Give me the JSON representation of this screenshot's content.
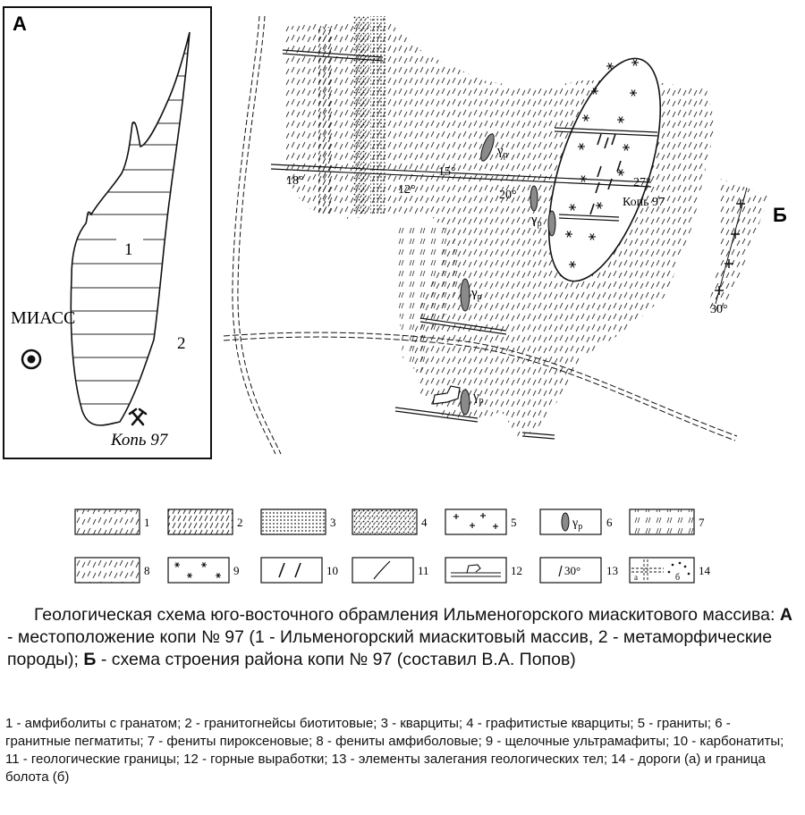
{
  "panel_a": {
    "label": "А",
    "numbers": [
      "1",
      "2"
    ],
    "town": "МИАСС",
    "mine": "Копь 97"
  },
  "panel_b": {
    "label": "Б",
    "mine": "Копь 97",
    "dips": [
      "15°",
      "18°",
      "12°",
      "20°",
      "27°",
      "30°"
    ],
    "pegmatite_symbol": "γ",
    "pegmatite_sub": "р"
  },
  "legend": {
    "items": [
      {
        "num": "1"
      },
      {
        "num": "2"
      },
      {
        "num": "3"
      },
      {
        "num": "4"
      },
      {
        "num": "5"
      },
      {
        "num": "6",
        "symbol": "γ",
        "sub": "р"
      },
      {
        "num": "7"
      },
      {
        "num": "8"
      },
      {
        "num": "9"
      },
      {
        "num": "10"
      },
      {
        "num": "11"
      },
      {
        "num": "12"
      },
      {
        "num": "13",
        "text": "30°"
      },
      {
        "num": "14",
        "a": "а",
        "b": "б"
      }
    ]
  },
  "caption": {
    "part1": "Геологическая схема юго-восточного обрамления Ильменогорского миаскитового массива: ",
    "a_letter": "А",
    "part2": " - местоположение копи № 97 (1 - Ильменогорский миаскитовый массив, 2 - метаморфические породы); ",
    "b_letter": "Б",
    "part3": " - схема строения района копи № 97 (составил В.А. Попов)"
  },
  "legend_text": "1 - амфиболиты с гранатом; 2 - гранитогнейсы биотитовые; 3 - кварциты; 4 - графитистые кварциты; 5 - граниты; 6 - гранитные пегматиты; 7 - фениты пироксеновые; 8 - фениты амфиболовые; 9 - щелочные ультрамафиты; 10 - карбонатиты; 11 - геологические границы; 12 - горные выработки; 13 - элементы залегания геологических тел; 14 - дороги (а) и граница болота (б)"
}
